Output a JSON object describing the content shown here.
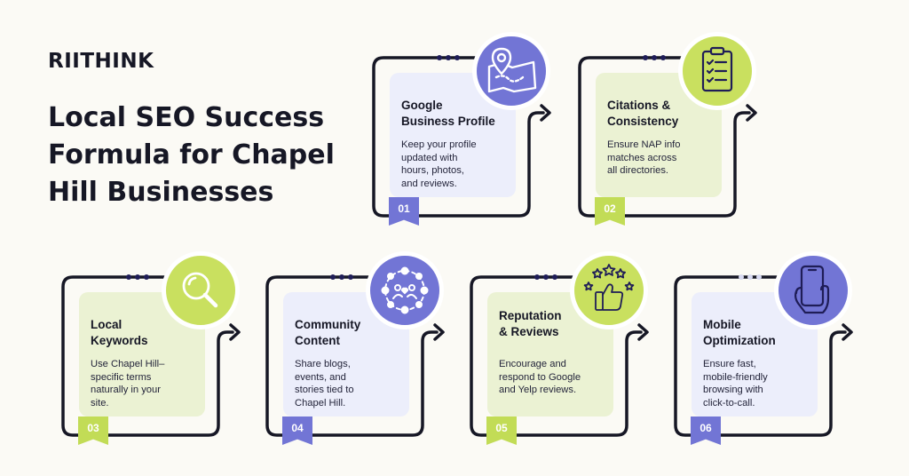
{
  "brand": {
    "logo": "RIITHINK"
  },
  "headline": [
    "Local SEO Success",
    "Formula for Chapel",
    "Hill Businesses"
  ],
  "steps": [
    {
      "number": "01",
      "title": "Google\nBusiness Profile",
      "description": "Keep your profile\nupdated with\nhours, photos,\nand reviews.",
      "icon": "map-pin-icon",
      "theme": "lavender"
    },
    {
      "number": "02",
      "title": "Citations &\nConsistency",
      "description": "Ensure NAP info\nmatches across\nall directories.",
      "icon": "clipboard-checklist-icon",
      "theme": "lime"
    },
    {
      "number": "03",
      "title": "Local\nKeywords",
      "description": "Use Chapel Hill–\nspecific terms\nnaturally in your\nsite.",
      "icon": "magnifier-icon",
      "theme": "lime"
    },
    {
      "number": "04",
      "title": "Community\nContent",
      "description": "Share blogs,\nevents, and\nstories tied to\nChapel Hill.",
      "icon": "community-network-icon",
      "theme": "lavender"
    },
    {
      "number": "05",
      "title": "Reputation\n& Reviews",
      "description": "Encourage and\nrespond to Google\nand Yelp reviews.",
      "icon": "thumbs-up-stars-icon",
      "theme": "lime"
    },
    {
      "number": "06",
      "title": "Mobile\nOptimization",
      "description": "Ensure fast,\nmobile-friendly\nbrowsing with\nclick-to-call.",
      "icon": "phone-hand-icon",
      "theme": "lavender"
    }
  ],
  "colors": {
    "lavender": "#7275d5",
    "lime": "#c2dc56",
    "dark": "#161725",
    "background": "#fbfaf5"
  }
}
